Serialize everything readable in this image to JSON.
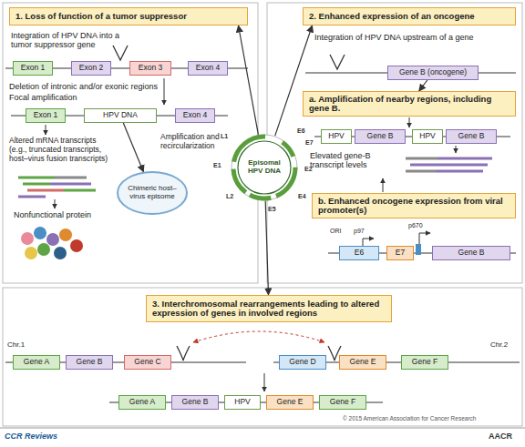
{
  "diagram": {
    "nodes": [
      {
        "text": [
          "1. Loss of function of a tumor suppressor"
        ]
      },
      {
        "text": [
          "Exon 1"
        ]
      },
      {
        "text": [
          "Exon 2"
        ]
      },
      {
        "text": [
          "Exon 3"
        ]
      },
      {
        "text": [
          "Exon 4"
        ]
      },
      {
        "text": [
          "Exon 1"
        ]
      },
      {
        "text": [
          "HPV DNA"
        ]
      },
      {
        "text": [
          "Exon 4"
        ]
      },
      {
        "text": [
          "Chimeric host–virus episome"
        ]
      },
      {
        "text": [
          "2. Enhanced expression of an oncogene"
        ]
      },
      {
        "text": [
          "Gene B (oncogene)"
        ]
      },
      {
        "text": [
          "a. Amplification of nearby regions, including gene B."
        ]
      },
      {
        "text": [
          "HPV"
        ]
      },
      {
        "text": [
          "Gene B"
        ]
      },
      {
        "text": [
          "HPV"
        ]
      },
      {
        "text": [
          "Gene B"
        ]
      },
      {
        "text": [
          "b. Enhanced oncogene expression from viral promoter(s)"
        ]
      },
      {
        "text": [
          "E6"
        ]
      },
      {
        "text": [
          "E7"
        ]
      },
      {
        "text": [
          "Gene B"
        ]
      },
      {
        "text": [
          "Episomal HPV DNA"
        ]
      },
      {
        "text": [
          "3. Interchromosomal rearrangements leading to altered expression of genes in involved regions"
        ]
      },
      {
        "text": [
          "Gene A"
        ]
      },
      {
        "text": [
          "Gene B"
        ]
      },
      {
        "text": [
          "Gene C"
        ]
      },
      {
        "text": [
          "Gene D"
        ]
      },
      {
        "text": [
          "Gene E"
        ]
      },
      {
        "text": [
          "Gene F"
        ]
      },
      {
        "text": [
          "Gene A"
        ]
      },
      {
        "text": [
          "Gene B"
        ]
      },
      {
        "text": [
          "HPV"
        ]
      },
      {
        "text": [
          "Gene E"
        ]
      },
      {
        "text": [
          "Gene F"
        ]
      }
    ],
    "edges": [
      {
        "from": 20,
        "to": 0,
        "arrow": "to"
      },
      {
        "from": 20,
        "to": 9,
        "arrow": "to"
      },
      {
        "from": 20,
        "to": 21,
        "arrow": "to"
      },
      {
        "from": 6,
        "to": 8,
        "label": "Amplification and recircularization",
        "arrow": "to"
      },
      {
        "from": 10,
        "to": 11,
        "arrow": "to"
      }
    ],
    "labels": [
      "Integration of HPV DNA into a tumor suppressor gene",
      "Deletion of intronic and/or exonic regions",
      "Focal amplification",
      "Altered mRNA transcripts (e.g., truncated transcripts, host–virus fusion transcripts)",
      "Nonfunctional protein",
      "Integration of HPV DNA upstream of a gene",
      "Elevated gene-B transcript levels",
      "ORI",
      "p97",
      "p670",
      "E6",
      "E7",
      "E1",
      "E2",
      "E4",
      "E5",
      "L2",
      "L1",
      "Chr.1",
      "Chr.2",
      "© 2015 American Association for Cancer Research",
      "CCR Reviews",
      "AACR"
    ]
  }
}
